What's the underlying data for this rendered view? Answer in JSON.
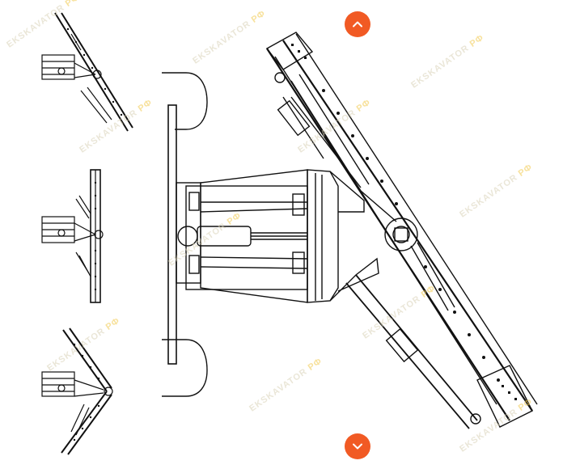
{
  "accent_color": "#f15a24",
  "watermark": {
    "text": "EKSKAVATOR",
    "mark": "РФ"
  },
  "icons": {
    "up": "chevron-up-icon",
    "down": "chevron-down-icon"
  },
  "thumbnails": [
    {
      "name": "thumbnail-1",
      "view": "boom-raised"
    },
    {
      "name": "thumbnail-2",
      "view": "boom-vertical"
    },
    {
      "name": "thumbnail-3",
      "view": "boom-lowered"
    }
  ],
  "main_image": {
    "name": "crane-boom-diagram"
  }
}
